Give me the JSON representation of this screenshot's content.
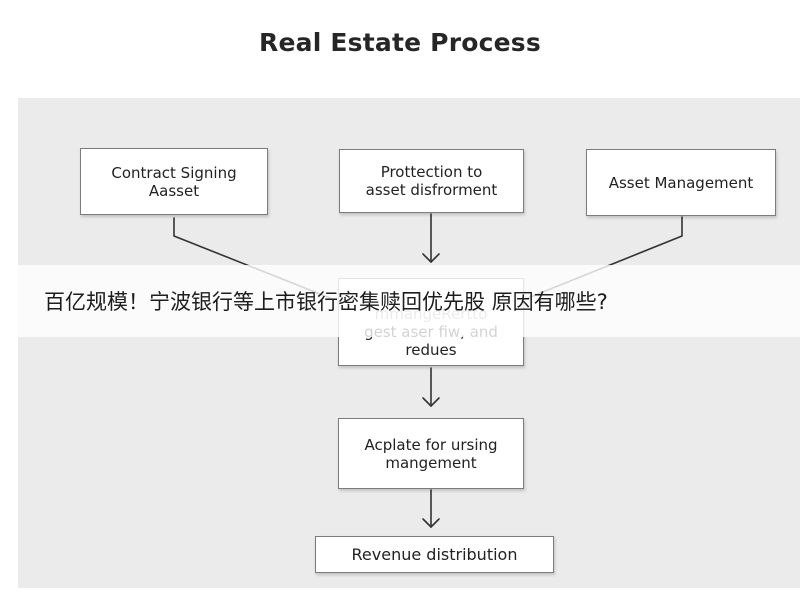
{
  "diagram": {
    "title": "Real Estate Process",
    "nodes": {
      "contract": {
        "lines": [
          "Contract Signing",
          "Aasset"
        ]
      },
      "protection": {
        "lines": [
          "Prottection to",
          "asset disfrorment"
        ]
      },
      "asset_management": {
        "lines": [
          "Asset Management"
        ]
      },
      "middle": {
        "lines": [
          "mmangeRertto",
          "gest aser fiw, and",
          "redues"
        ]
      },
      "acplate": {
        "lines": [
          "Acplate for ursing",
          "mangement"
        ]
      },
      "revenue": {
        "lines": [
          "Revenue distribution"
        ]
      }
    }
  },
  "banner": {
    "text": "百亿规模！宁波银行等上市银行密集赎回优先股 原因有哪些?"
  },
  "colors": {
    "panel_background": "#ebebeb",
    "box_border": "#7c7c7c",
    "connector": "#333333",
    "title": "#262626"
  }
}
